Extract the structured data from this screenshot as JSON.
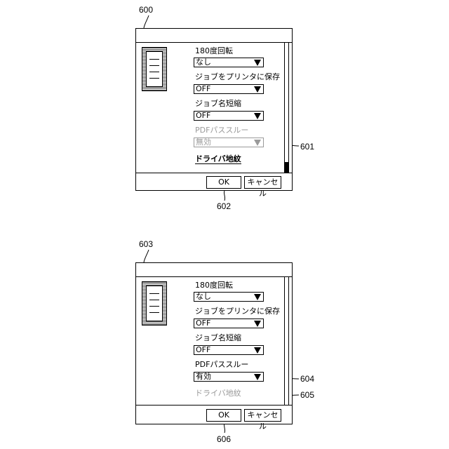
{
  "figures": [
    {
      "ref_dialog": "600",
      "ref_disabled_pointer": "601",
      "ref_buttons": "602",
      "preview_icon": "document-preview-icon",
      "fields": {
        "rotate_label": "180度回転",
        "rotate_value": "なし",
        "save_label": "ジョブをプリンタに保存",
        "save_value": "OFF",
        "shorten_label": "ジョブ名短縮",
        "shorten_value": "OFF",
        "pdf_label": "PDFパススルー",
        "pdf_value": "無効",
        "pdf_enabled": false,
        "watermark_label": "ドライバ地紋",
        "watermark_enabled": true
      },
      "buttons": {
        "ok": "OK",
        "cancel": "キャンセル"
      }
    },
    {
      "ref_dialog": "603",
      "ref_pdf_pointer": "604",
      "ref_watermark_pointer": "605",
      "ref_buttons": "606",
      "preview_icon": "document-preview-icon",
      "fields": {
        "rotate_label": "180度回転",
        "rotate_value": "なし",
        "save_label": "ジョブをプリンタに保存",
        "save_value": "OFF",
        "shorten_label": "ジョブ名短縮",
        "shorten_value": "OFF",
        "pdf_label": "PDFパススルー",
        "pdf_value": "有効",
        "pdf_enabled": true,
        "watermark_label": "ドライバ地紋",
        "watermark_enabled": false
      },
      "buttons": {
        "ok": "OK",
        "cancel": "キャンセル"
      }
    }
  ]
}
